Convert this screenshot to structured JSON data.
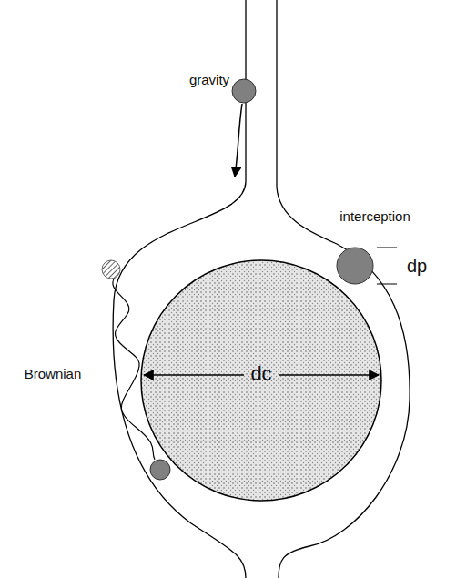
{
  "diagram": {
    "labels": [
      "gravity",
      "interception",
      "dp",
      "dc",
      "Brownian"
    ]
  }
}
